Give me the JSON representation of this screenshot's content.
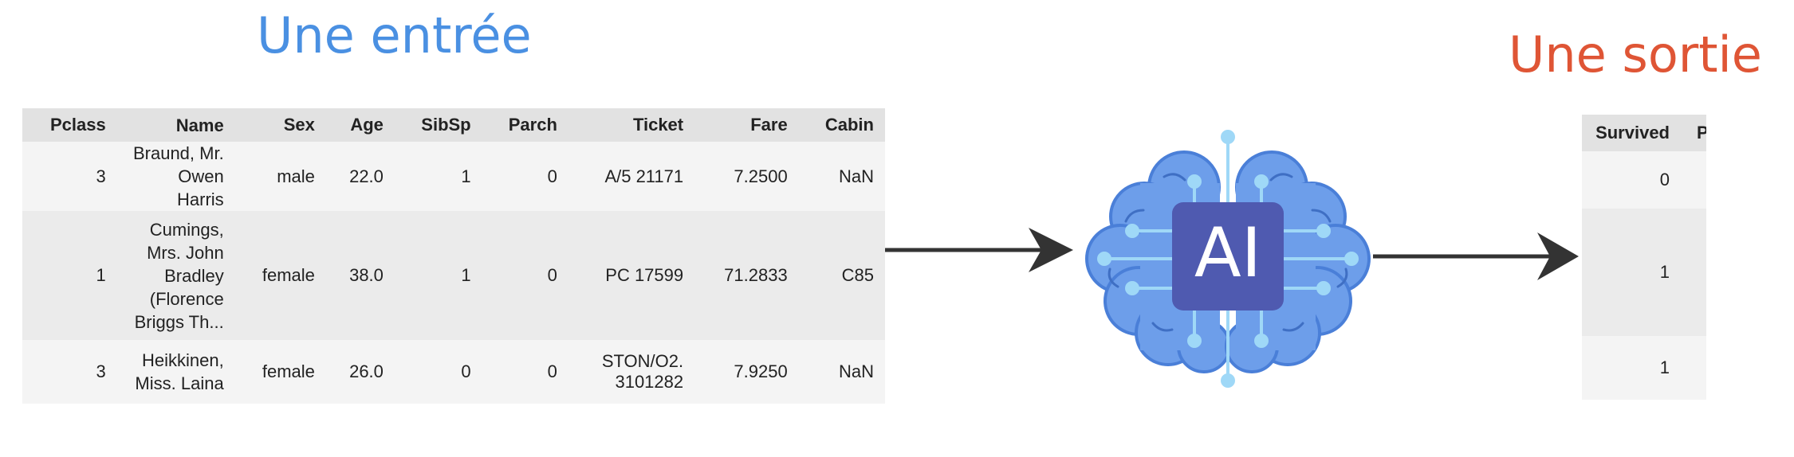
{
  "labels": {
    "input_title": "Une entrée",
    "output_title": "Une sortie",
    "ai_text": "AI"
  },
  "input_table": {
    "columns": [
      "Pclass",
      "Name",
      "Sex",
      "Age",
      "SibSp",
      "Parch",
      "Ticket",
      "Fare",
      "Cabin"
    ],
    "rows": [
      {
        "pclass": "3",
        "name": [
          "Braund, Mr.",
          "Owen Harris"
        ],
        "sex": "male",
        "age": "22.0",
        "sibsp": "1",
        "parch": "0",
        "ticket": [
          "A/5 21171"
        ],
        "fare": "7.2500",
        "cabin": "NaN"
      },
      {
        "pclass": "1",
        "name": [
          "Cumings,",
          "Mrs. John",
          "Bradley",
          "(Florence",
          "Briggs Th..."
        ],
        "sex": "female",
        "age": "38.0",
        "sibsp": "1",
        "parch": "0",
        "ticket": [
          "PC 17599"
        ],
        "fare": "71.2833",
        "cabin": "C85"
      },
      {
        "pclass": "3",
        "name": [
          "Heikkinen,",
          "Miss. Laina"
        ],
        "sex": "female",
        "age": "26.0",
        "sibsp": "0",
        "parch": "0",
        "ticket": [
          "STON/O2.",
          "3101282"
        ],
        "fare": "7.9250",
        "cabin": "NaN"
      }
    ]
  },
  "output_table": {
    "columns": [
      "Survived",
      "Pclass"
    ],
    "rows": [
      [
        "0"
      ],
      [
        "1"
      ],
      [
        "1"
      ]
    ]
  },
  "colors": {
    "input_title": "#4a90e2",
    "output_title": "#df5535",
    "brain_fill": "#6d9eea",
    "brain_outline": "#4a7fd8",
    "brain_circuit": "#9fd8f7",
    "chip": "#4f5ab0",
    "arrow": "#333333"
  }
}
